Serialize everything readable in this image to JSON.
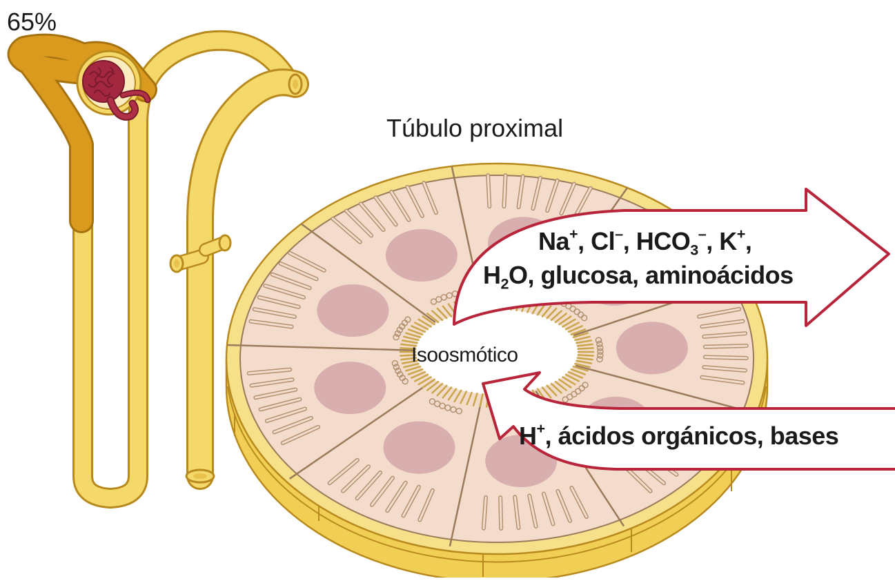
{
  "percentage_label": "65%",
  "tubule_title": "Túbulo proximal",
  "center_label": "Isoosmótico",
  "reabsorption_arrow": {
    "line1": {
      "na": "Na",
      "na_sup": "+",
      "cl": ", Cl",
      "cl_sup": "–",
      "hco": ", HCO",
      "hco_sub": "3",
      "hco_sup": "–",
      "k": ", K",
      "k_sup": "+",
      "end": ","
    },
    "line2": {
      "h": "H",
      "h_sub": "2",
      "rest": "O, glucosa, aminoácidos"
    },
    "outline_color": "#b8243a"
  },
  "secretion_arrow": {
    "h": "H",
    "h_sup": "+",
    "rest": ", ácidos orgánicos, bases",
    "outline_color": "#b8243a"
  },
  "colors": {
    "tubule_yellow": "#f4d86a",
    "tubule_outline": "#b88a1e",
    "proximal_orange": "#d99a1e",
    "glomerulus": "#a3283f",
    "cell_fill": "#f3dccb",
    "nucleus": "#d9aeae",
    "cell_border": "#9a7a5a"
  }
}
